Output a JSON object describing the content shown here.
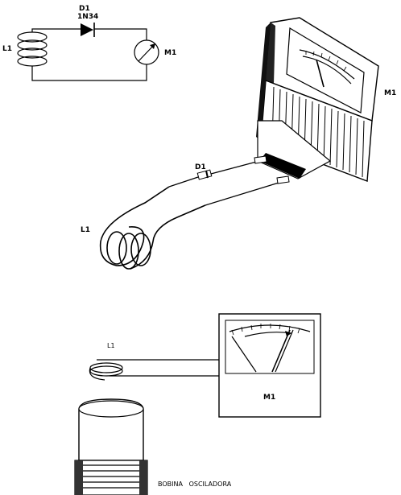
{
  "schematic": {
    "diode_ref": "D1",
    "diode_part": "1N34",
    "coil_ref": "L1",
    "meter_ref": "M1"
  },
  "pictorial": {
    "diode_ref": "D1",
    "coil_ref": "L1",
    "meter_ref": "M1"
  },
  "test_setup": {
    "coil_ref": "L1",
    "meter_ref": "M1",
    "oscillator_coil_label": "BOBINA   OSCILADORA"
  }
}
